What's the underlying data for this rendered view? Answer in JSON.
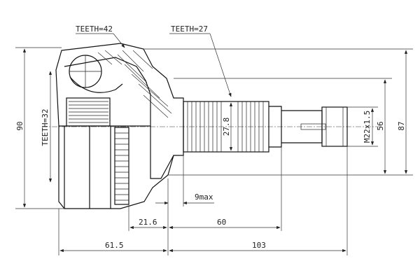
{
  "drawing": {
    "teeth_outer": "TEETH=42",
    "teeth_spline": "TEETH=27",
    "teeth_inner": "TEETH=32",
    "dim_90": "90",
    "dim_87": "87",
    "dim_56": "56",
    "dim_thread": "M22x1.5",
    "dim_spline_dia": "27.8",
    "dim_9max": "9max",
    "dim_21_6": "21.6",
    "dim_60": "60",
    "dim_61_5": "61.5",
    "dim_103": "103"
  }
}
